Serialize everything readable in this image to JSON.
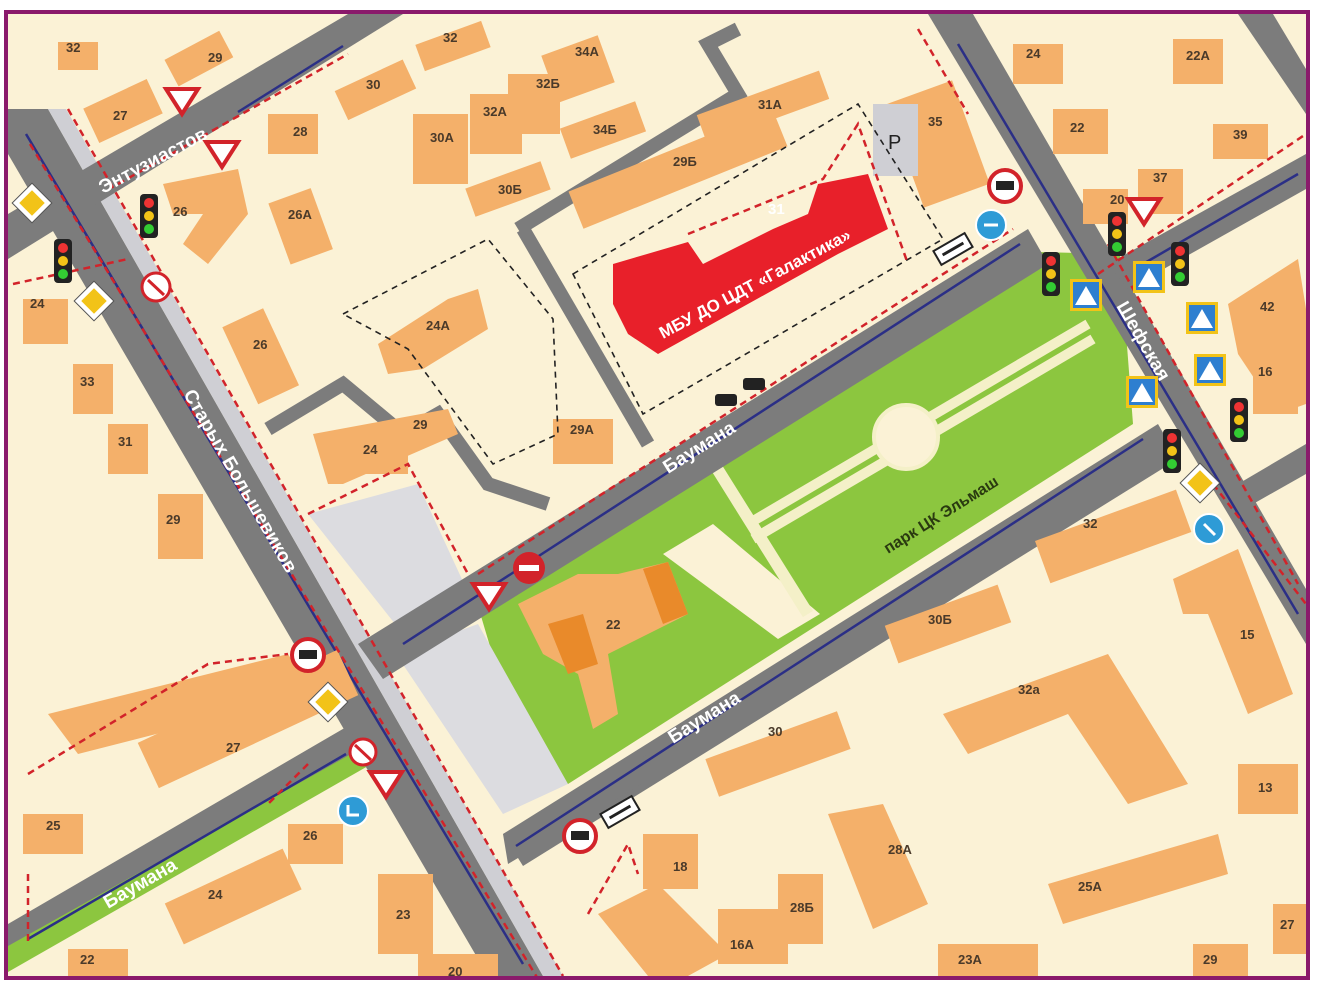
{
  "map": {
    "school_name": "МБУ ДО ЦДТ «Галактика»",
    "school_number": "31",
    "parking_label": "P",
    "streets": {
      "entuziastov": "Энтузиастов",
      "staryh_bolshevikov": "Старых Большевиков",
      "baumana_north": "Баумана",
      "baumana_south": "Баумана",
      "baumana_southwest": "Баумана",
      "shefskaya": "Шефская"
    },
    "park_label": "парк ЦК Эльмаш",
    "buildings": [
      {
        "id": "b32a",
        "label": "32"
      },
      {
        "id": "b29a",
        "label": "29"
      },
      {
        "id": "b27a",
        "label": "27"
      },
      {
        "id": "b30",
        "label": "30"
      },
      {
        "id": "b28",
        "label": "28"
      },
      {
        "id": "b32b",
        "label": "32"
      },
      {
        "id": "b34a",
        "label": "34А"
      },
      {
        "id": "b32v",
        "label": "32Б"
      },
      {
        "id": "b32aa",
        "label": "32А"
      },
      {
        "id": "b30a",
        "label": "30А"
      },
      {
        "id": "b34b",
        "label": "34Б"
      },
      {
        "id": "b31a",
        "label": "31А"
      },
      {
        "id": "b29b",
        "label": "29Б"
      },
      {
        "id": "b30b",
        "label": "30Б"
      },
      {
        "id": "b35",
        "label": "35"
      },
      {
        "id": "b24a",
        "label": "24"
      },
      {
        "id": "b22a",
        "label": "22А"
      },
      {
        "id": "b22",
        "label": "22"
      },
      {
        "id": "b39",
        "label": "39"
      },
      {
        "id": "b37",
        "label": "37"
      },
      {
        "id": "b20",
        "label": "20"
      },
      {
        "id": "b26a",
        "label": "26"
      },
      {
        "id": "b26aa",
        "label": "26А"
      },
      {
        "id": "b24aa",
        "label": "24А"
      },
      {
        "id": "b26b",
        "label": "26"
      },
      {
        "id": "b24b",
        "label": "24"
      },
      {
        "id": "b33",
        "label": "33"
      },
      {
        "id": "b31",
        "label": "31"
      },
      {
        "id": "b29c",
        "label": "29"
      },
      {
        "id": "b29d",
        "label": "29"
      },
      {
        "id": "b24c",
        "label": "24"
      },
      {
        "id": "b29aa",
        "label": "29А"
      },
      {
        "id": "b42",
        "label": "42"
      },
      {
        "id": "b16",
        "label": "16"
      },
      {
        "id": "b22park",
        "label": "22"
      },
      {
        "id": "b32c",
        "label": "32"
      },
      {
        "id": "b30bb",
        "label": "30Б"
      },
      {
        "id": "b15",
        "label": "15"
      },
      {
        "id": "b32aaa",
        "label": "32а"
      },
      {
        "id": "b27b",
        "label": "27"
      },
      {
        "id": "b25",
        "label": "25"
      },
      {
        "id": "b26c",
        "label": "26"
      },
      {
        "id": "b24d",
        "label": "24"
      },
      {
        "id": "b22b",
        "label": "22"
      },
      {
        "id": "b23",
        "label": "23"
      },
      {
        "id": "b30c",
        "label": "30"
      },
      {
        "id": "b18",
        "label": "18"
      },
      {
        "id": "b28a",
        "label": "28А"
      },
      {
        "id": "b28b",
        "label": "28Б"
      },
      {
        "id": "b16a",
        "label": "16А"
      },
      {
        "id": "b25a",
        "label": "25А"
      },
      {
        "id": "b13",
        "label": "13"
      },
      {
        "id": "b23a",
        "label": "23А"
      },
      {
        "id": "b29e",
        "label": "29"
      },
      {
        "id": "b27c",
        "label": "27"
      },
      {
        "id": "b20b",
        "label": "20"
      }
    ],
    "colors": {
      "background": "#fbf2d6",
      "building": "#f4b06a",
      "school": "#e8202a",
      "road": "#7c7c7c",
      "park": "#8cc63f",
      "border": "#8a1a6b",
      "route": "#d2232a",
      "lane": "#2b2f86",
      "sidewalk": "#cfcfd4"
    }
  }
}
